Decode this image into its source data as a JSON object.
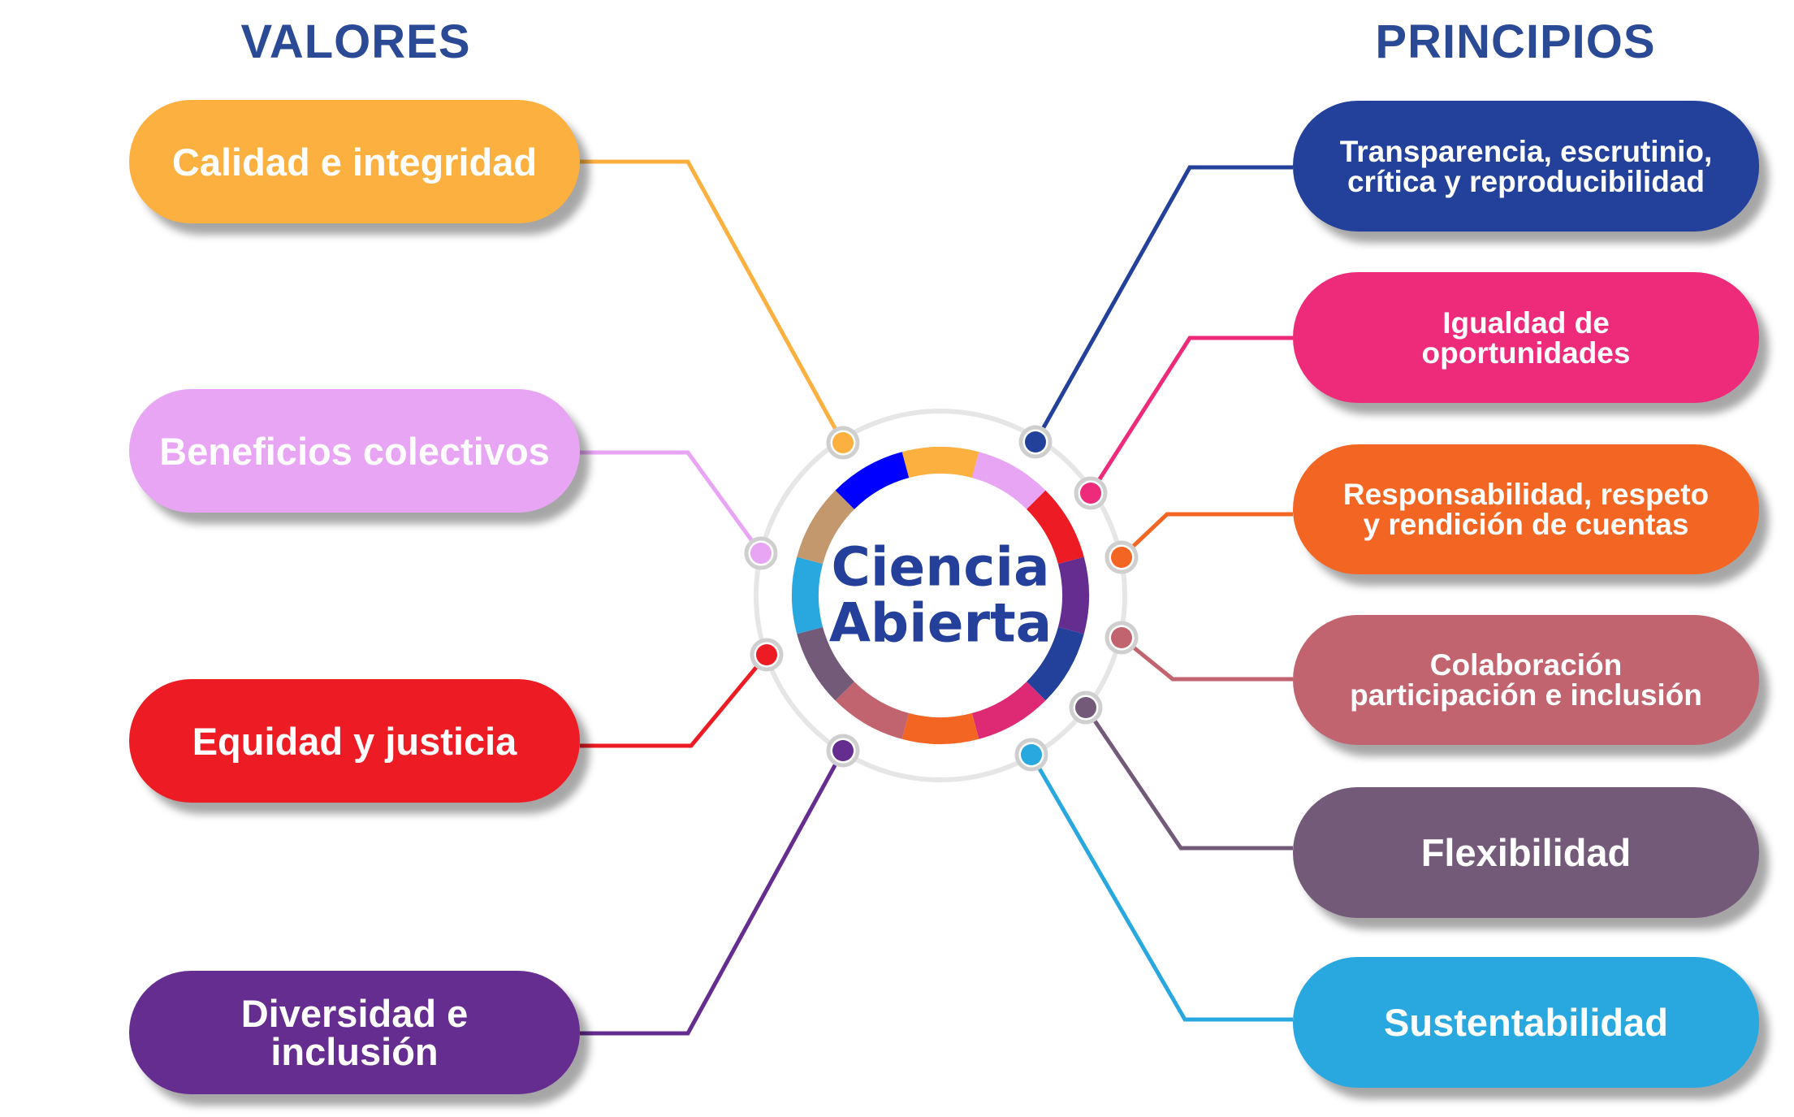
{
  "headings": {
    "left": "VALORES",
    "right": "PRINCIPIOS"
  },
  "center": {
    "label": "Ciencia\nAbierta",
    "title_color": "#24409A",
    "ring_segments": [
      {
        "color": "#FBB040"
      },
      {
        "color": "#E7A5F4"
      },
      {
        "color": "#ED1C24"
      },
      {
        "color": "#662D91"
      },
      {
        "color": "#23409A"
      },
      {
        "color": "#DE2A74"
      },
      {
        "color": "#F26522"
      },
      {
        "color": "#C1646F"
      },
      {
        "color": "#735A78"
      },
      {
        "color": "#29A8E0"
      },
      {
        "color": "#C2986C"
      },
      {
        "color": "#0000FF"
      }
    ]
  },
  "valores": [
    {
      "label": "Calidad e integridad",
      "color": "#FBB040"
    },
    {
      "label": "Beneficios colectivos",
      "color": "#E7A5F4"
    },
    {
      "label": "Equidad y justicia",
      "color": "#ED1C24"
    },
    {
      "label": "Diversidad e\ninclusión",
      "color": "#662D91"
    }
  ],
  "principios": [
    {
      "label": "Transparencia, escrutinio,\ncrítica y reproducibilidad",
      "color": "#23409A"
    },
    {
      "label": "Igualdad de\noportunidades",
      "color": "#EE2B7B"
    },
    {
      "label": "Responsabilidad, respeto\ny rendición de cuentas",
      "color": "#F26522"
    },
    {
      "label": "Colaboración\nparticipación e inclusión",
      "color": "#C1646F"
    },
    {
      "label": "Flexibilidad",
      "color": "#735A78"
    },
    {
      "label": "Sustentabilidad",
      "color": "#29A8E0"
    }
  ]
}
